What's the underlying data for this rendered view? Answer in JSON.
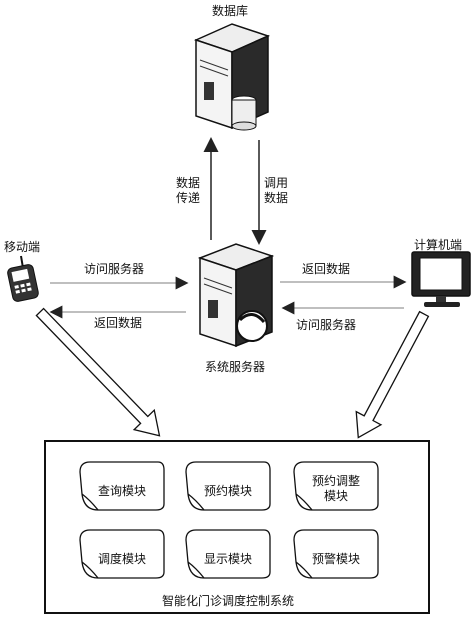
{
  "nodes": {
    "database": "数据库",
    "server": "系统服务器",
    "mobile": "移动端",
    "computer": "计算机端"
  },
  "edges": {
    "server_to_db": "数据\n传递",
    "db_to_server": "调用\n数据",
    "mobile_to_server": "访问服务器",
    "server_to_mobile": "返回数据",
    "server_to_computer": "返回数据",
    "computer_to_server": "访问服务器"
  },
  "system": {
    "title": "智能化门诊调度控制系统",
    "modules": [
      {
        "label": "查询模块"
      },
      {
        "label": "预约模块"
      },
      {
        "label": "预约调整\n模块"
      },
      {
        "label": "调度模块"
      },
      {
        "label": "显示模块"
      },
      {
        "label": "预警模块"
      }
    ]
  },
  "colors": {
    "line": "#222222",
    "arrow_fill": "#ffffff"
  }
}
